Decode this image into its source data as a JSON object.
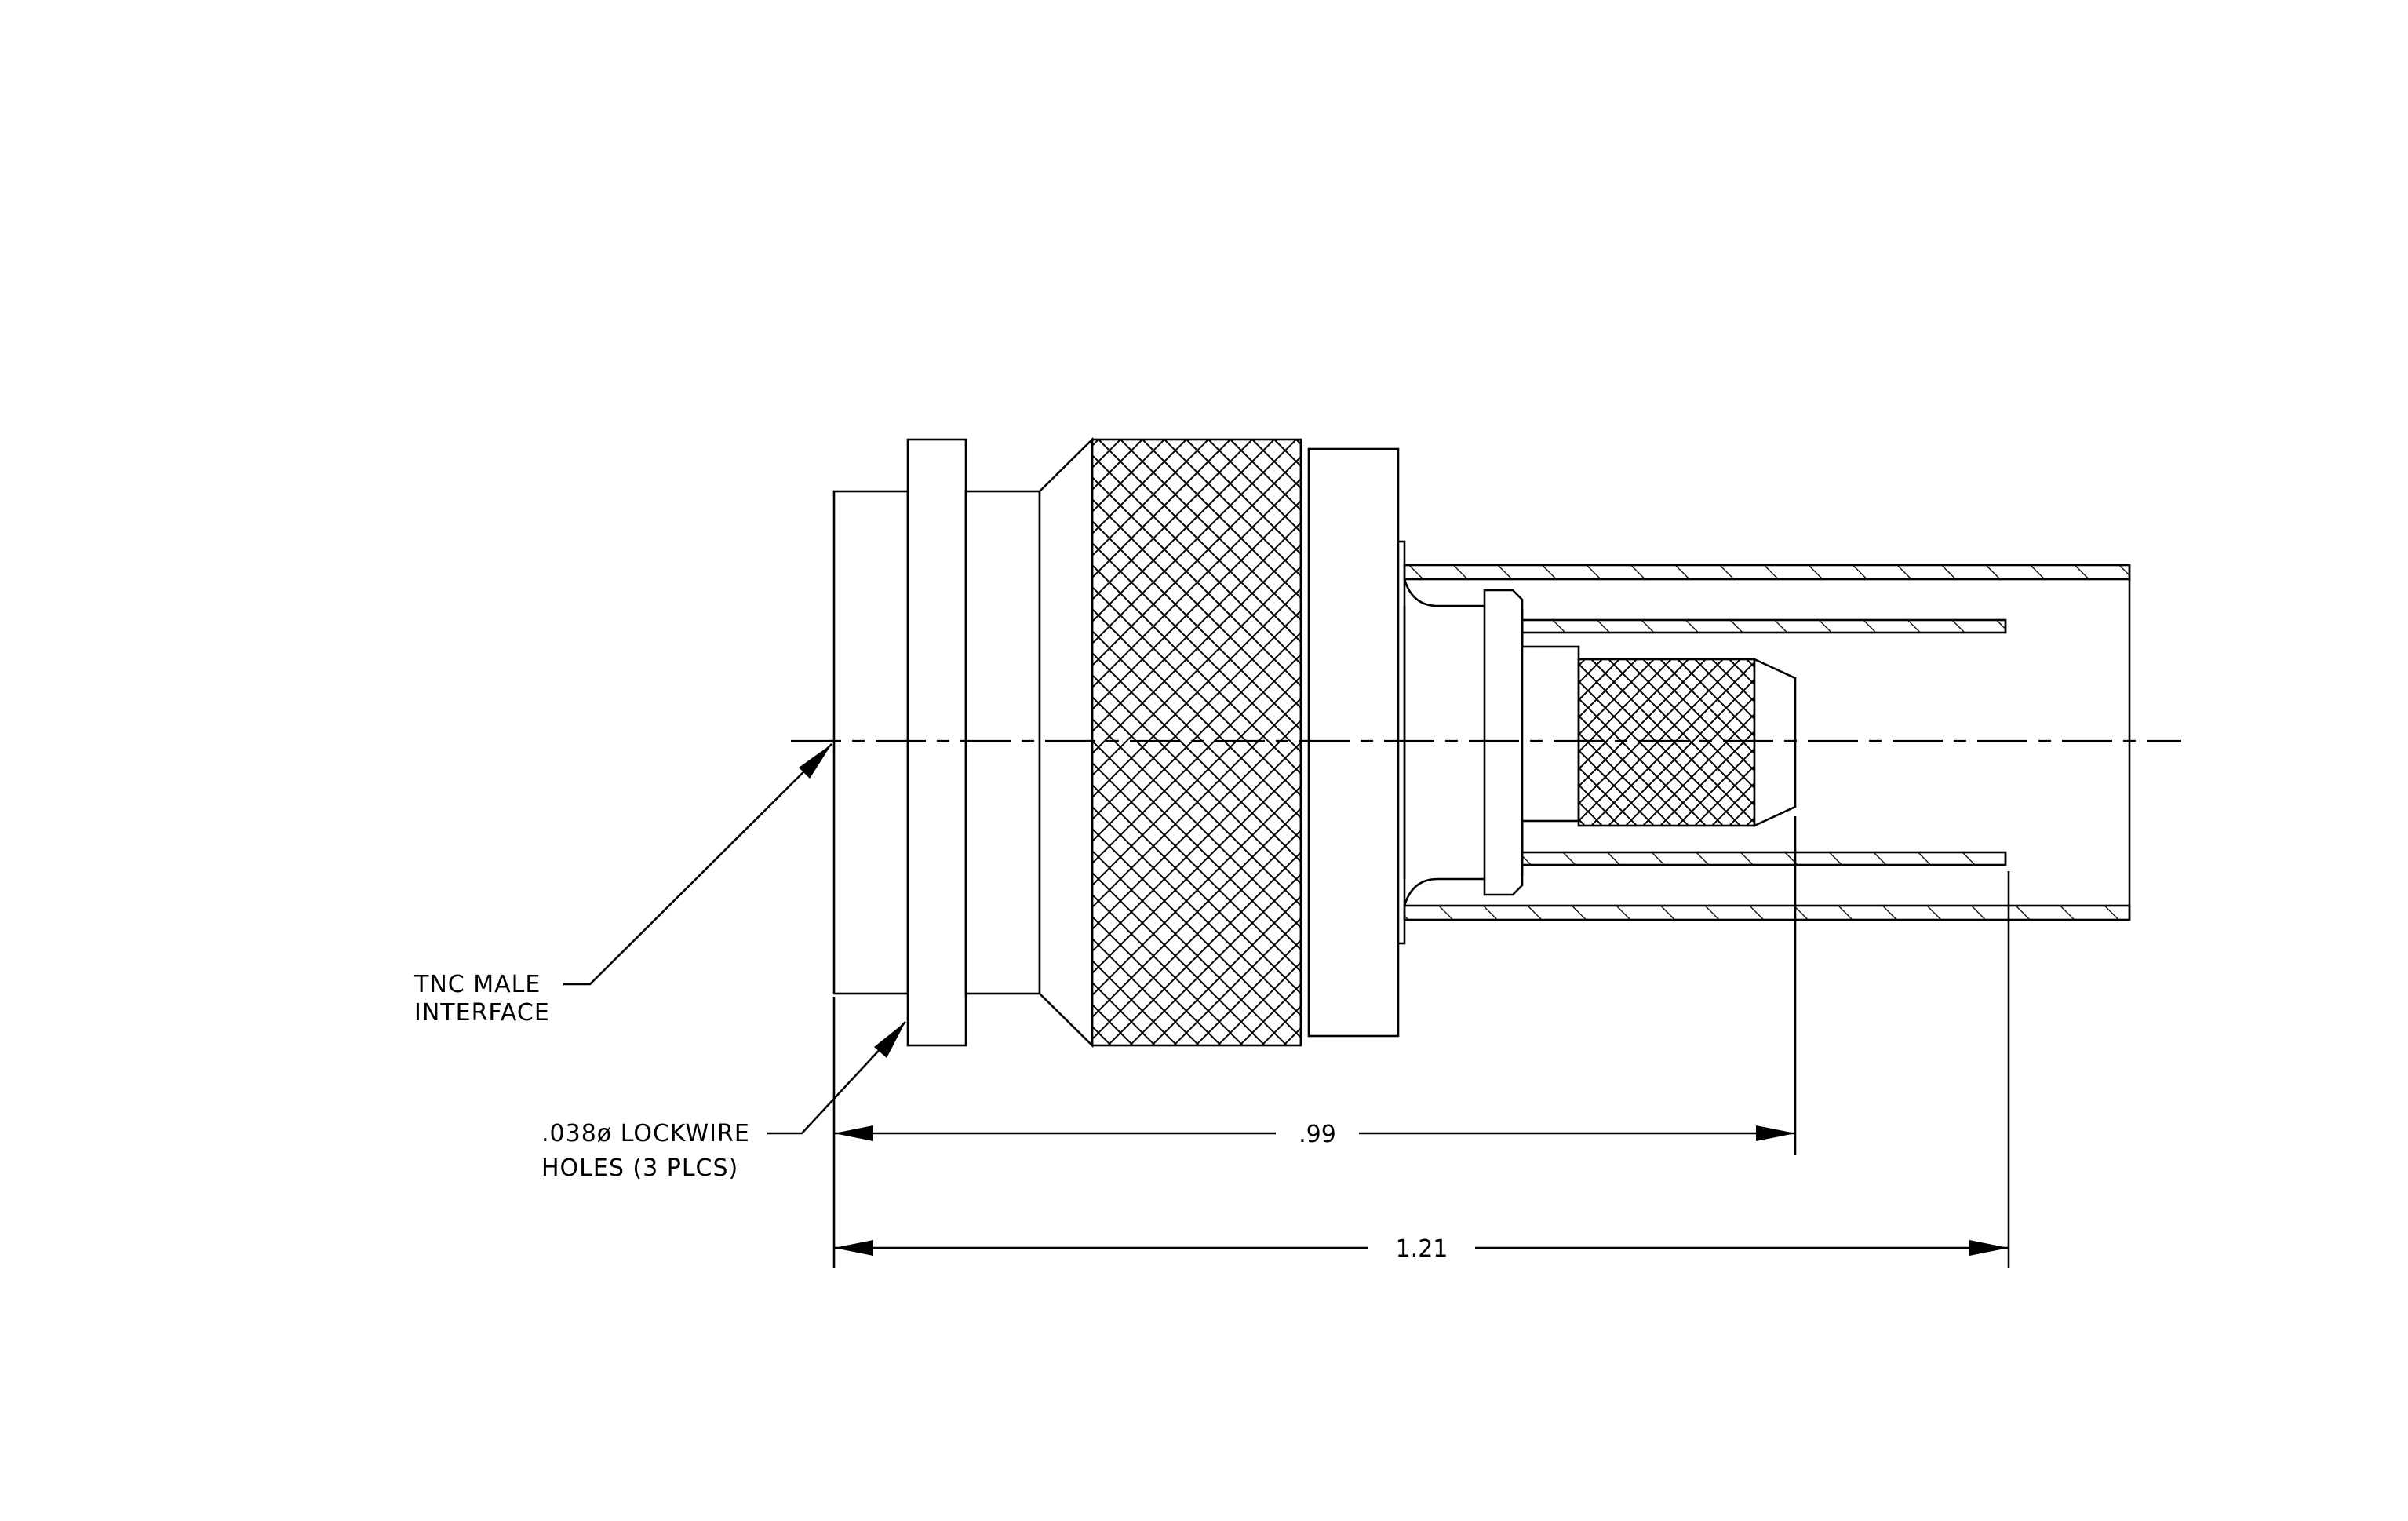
{
  "labels": {
    "interface_line1": "TNC MALE",
    "interface_line2": "INTERFACE",
    "lockwire_line1": ".038ø LOCKWIRE",
    "lockwire_line2": "HOLES (3 PLCS)"
  },
  "dimensions": {
    "inner_length": ".99",
    "overall_length": "1.21"
  }
}
